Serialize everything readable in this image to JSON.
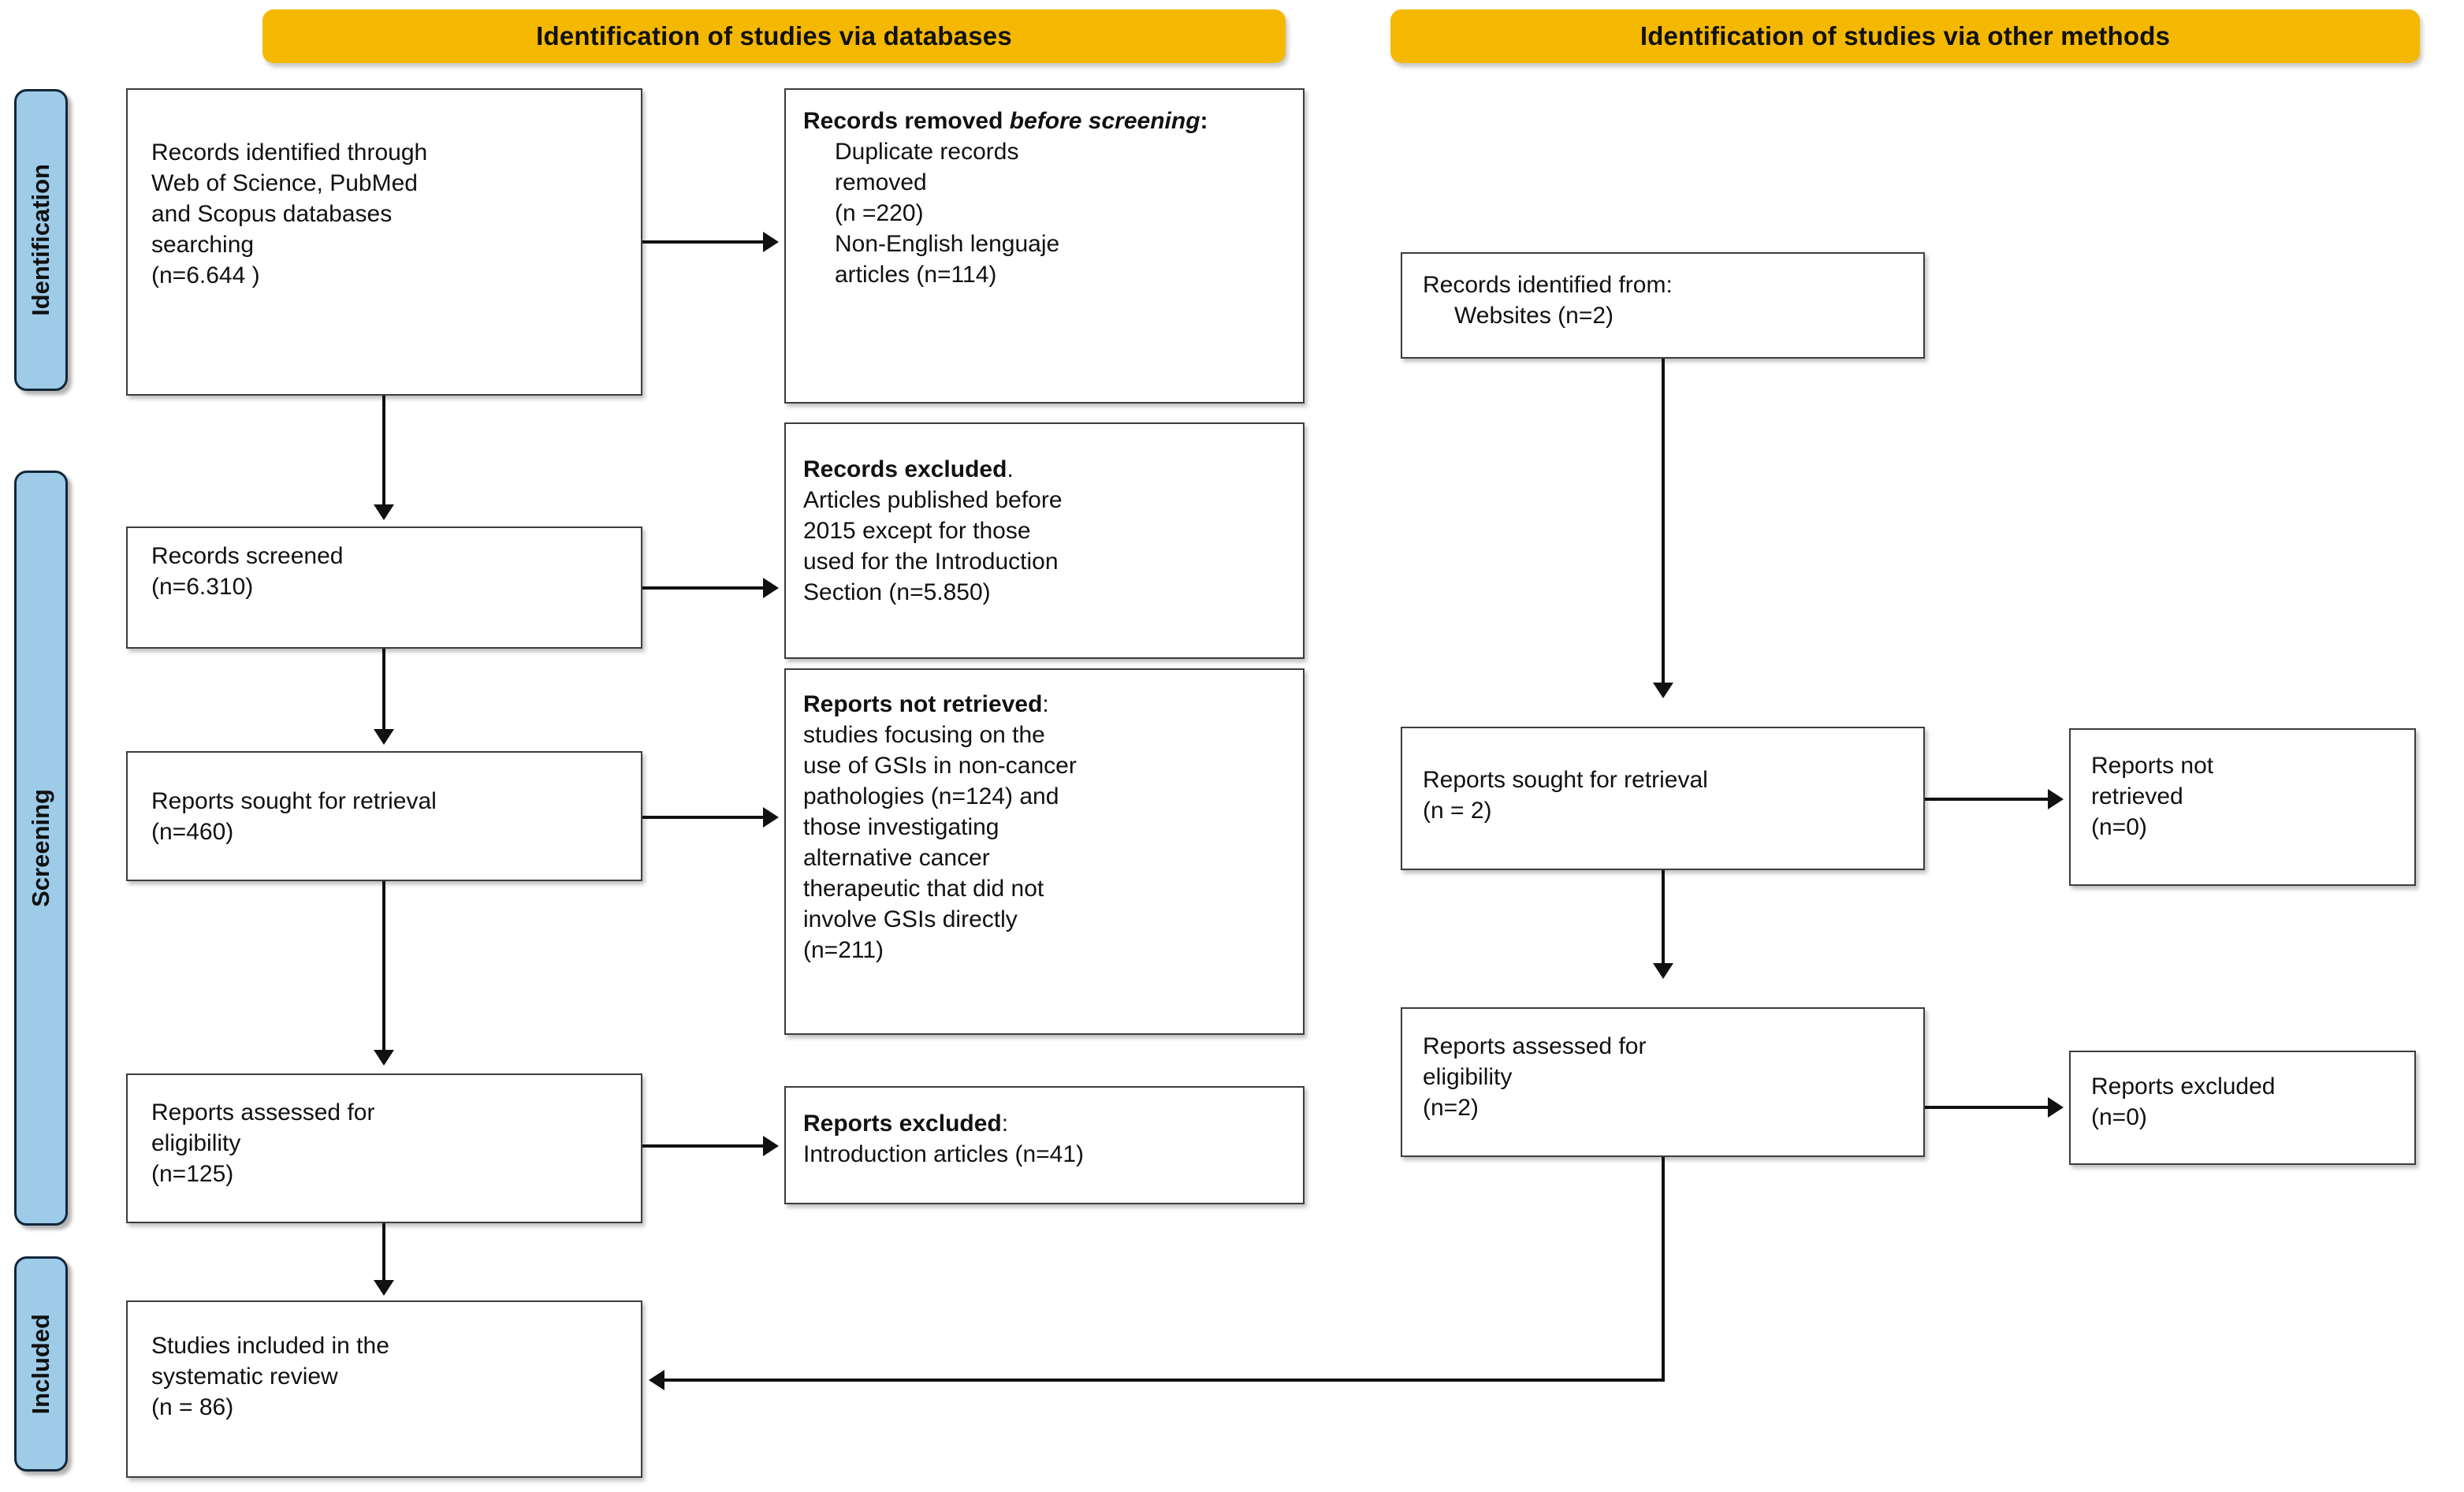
{
  "diagram": {
    "title": "PRISMA 2020 flow diagram",
    "colors": {
      "banner": "#F5B800",
      "phase_tab": "#9DCBE8",
      "box_border": "#3d3d3d",
      "connector": "#111111"
    }
  },
  "banners": {
    "databases": "Identification of studies via databases",
    "other_methods": "Identification of studies via other methods"
  },
  "phases": [
    {
      "key": "identification",
      "label": "Identification"
    },
    {
      "key": "screening",
      "label": "Screening"
    },
    {
      "key": "included",
      "label": "Included"
    }
  ],
  "databases_column": {
    "identified": {
      "line1": "Records identified through",
      "line2": "Web of Science, PubMed",
      "line3": "and Scopus databases",
      "line4": "searching",
      "line5": "(n=6.644 )"
    },
    "screened": {
      "line1": "Records screened",
      "line2": "(n=6.310)"
    },
    "sought": {
      "line1": "Reports sought for retrieval",
      "line2": "(n=460)"
    },
    "assessed": {
      "line1": "Reports assessed for",
      "line2": "eligibility",
      "line3": "(n=125)"
    },
    "included": {
      "line1": "Studies included in the",
      "line2": "systematic review",
      "line3": "(n = 86)"
    }
  },
  "databases_exclusions": {
    "removed_before_screening": {
      "head": "Records removed ",
      "head_italic": "before screening",
      "head_tail": ":",
      "line1": "Duplicate records",
      "line2": "removed",
      "line3": "(n =220)",
      "line4": "Non-English lenguaje",
      "line5": "articles (n=114)"
    },
    "records_excluded": {
      "head": "Records excluded",
      "head_tail": ".",
      "line1": "Articles published before",
      "line2": "2015 except for those",
      "line3": "used for the Introduction",
      "line4": "Section (n=5.850)"
    },
    "reports_not_retrieved": {
      "head": "Reports not retrieved",
      "head_tail": ":",
      "line1": "studies focusing on the",
      "line2": "use of GSIs in non-cancer",
      "line3": "pathologies (n=124) and",
      "line4": "those investigating",
      "line5": "alternative cancer",
      "line6": "therapeutic that did not",
      "line7": "involve GSIs directly",
      "line8": "(n=211)"
    },
    "reports_excluded": {
      "head": "Reports excluded",
      "head_tail": ":",
      "line1": "Introduction articles (n=41)"
    }
  },
  "other_methods_column": {
    "identified": {
      "line1": "Records identified from:",
      "line2": "Websites (n=2)"
    },
    "sought": {
      "line1": "Reports sought for retrieval",
      "line2": "(n = 2)"
    },
    "assessed": {
      "line1": "Reports assessed for",
      "line2": "eligibility",
      "line3": "(n=2)"
    }
  },
  "other_methods_exclusions": {
    "not_retrieved": {
      "line1": "Reports not",
      "line2": "retrieved",
      "line3": "(n=0)"
    },
    "excluded": {
      "line1": "Reports excluded",
      "line2": "(n=0)"
    }
  }
}
